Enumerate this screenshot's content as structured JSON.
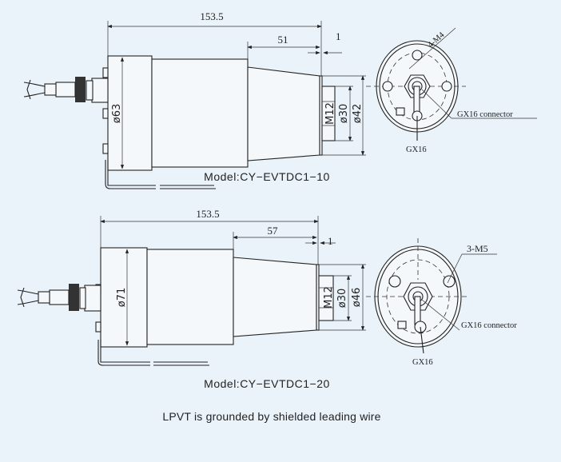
{
  "drawings": [
    {
      "model": "Model:CY−EVTDC1−10",
      "overall_length": "153.5",
      "taper_length": "51",
      "flange_gap": "1",
      "body_diameter": "ø63",
      "stub_thread": "M12",
      "stub_diameter": "ø30",
      "front_diameter": "ø42",
      "screws": "4-M4",
      "connector_label": "GX16 connector",
      "connector_short": "GX16"
    },
    {
      "model": "Model:CY−EVTDC1−20",
      "overall_length": "153.5",
      "taper_length": "57",
      "flange_gap": "1",
      "body_diameter": "ø71",
      "stub_thread": "M12",
      "stub_diameter": "ø30",
      "front_diameter": "ø46",
      "screws": "3-M5",
      "connector_label": "GX16 connector",
      "connector_short": "GX16"
    }
  ],
  "note": "LPVT is grounded by shielded leading wire"
}
